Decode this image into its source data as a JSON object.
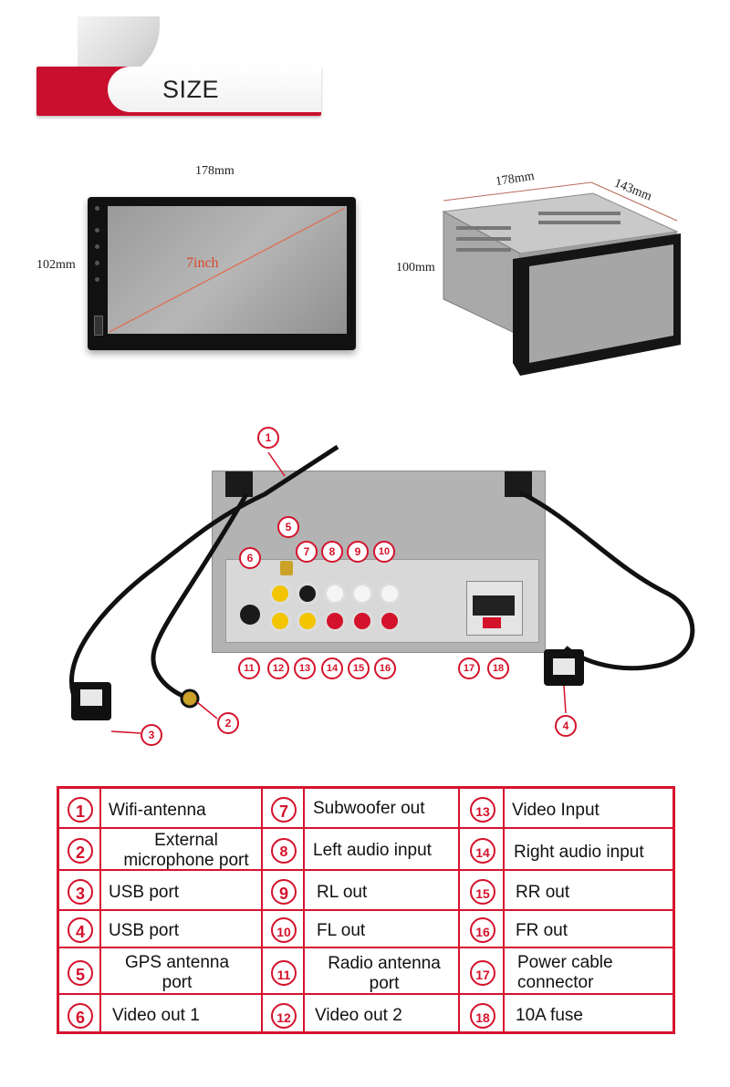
{
  "banner": {
    "title": "SIZE"
  },
  "front_view": {
    "width_label": "178mm",
    "height_label": "102mm",
    "diagonal_label": "7inch"
  },
  "side_view": {
    "width_label": "178mm",
    "depth_label": "143mm",
    "height_label": "100mm"
  },
  "callouts": [
    "1",
    "2",
    "3",
    "4",
    "5",
    "6",
    "7",
    "8",
    "9",
    "10",
    "11",
    "12",
    "13",
    "14",
    "15",
    "16",
    "17",
    "18"
  ],
  "legend": [
    {
      "num": "1",
      "label": "Wifi-antenna"
    },
    {
      "num": "2",
      "label": "External microphone port"
    },
    {
      "num": "3",
      "label": "USB port"
    },
    {
      "num": "4",
      "label": "USB port"
    },
    {
      "num": "5",
      "label": "GPS antenna port"
    },
    {
      "num": "6",
      "label": "Video out 1"
    },
    {
      "num": "7",
      "label": "Subwoofer out"
    },
    {
      "num": "8",
      "label": "Left audio input"
    },
    {
      "num": "9",
      "label": "RL out"
    },
    {
      "num": "10",
      "label": "FL out"
    },
    {
      "num": "11",
      "label": "Radio antenna port"
    },
    {
      "num": "12",
      "label": "Video out 2"
    },
    {
      "num": "13",
      "label": "Video Input"
    },
    {
      "num": "14",
      "label": "Right audio input"
    },
    {
      "num": "15",
      "label": "RR out"
    },
    {
      "num": "16",
      "label": "FR out"
    },
    {
      "num": "17",
      "label": "Power cable connector"
    },
    {
      "num": "18",
      "label": "10A fuse"
    }
  ],
  "colors": {
    "accent": "#d4122b",
    "banner_red": "#c8102e"
  }
}
